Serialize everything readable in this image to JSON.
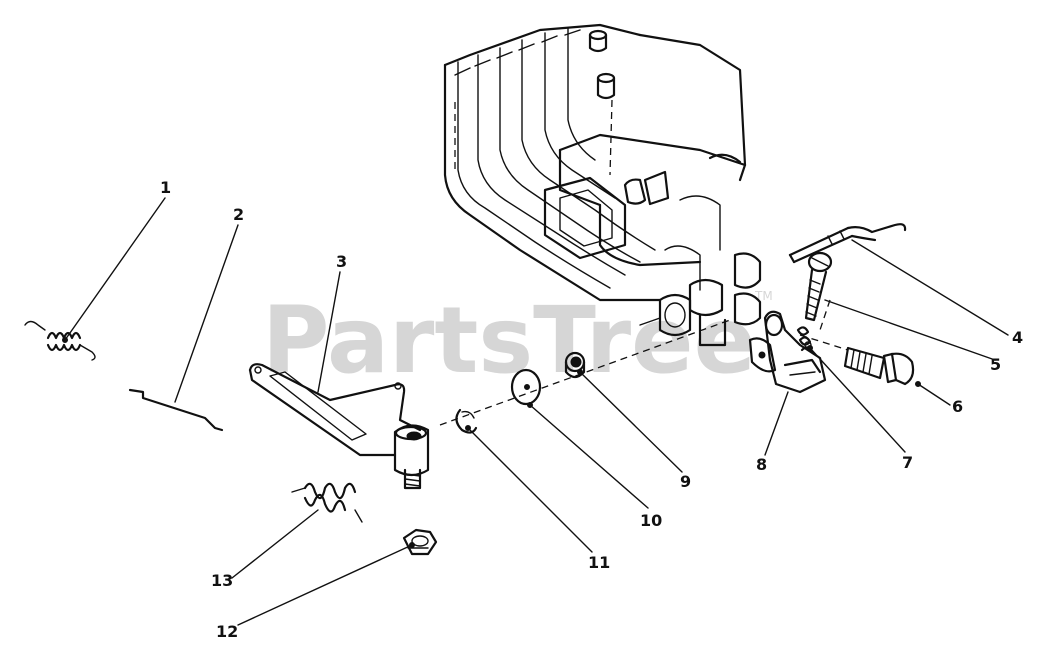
{
  "watermark": {
    "text": "PartsTree",
    "trademark": "TM"
  },
  "callouts": [
    {
      "id": "1",
      "label": "1"
    },
    {
      "id": "2",
      "label": "2"
    },
    {
      "id": "3",
      "label": "3"
    },
    {
      "id": "4",
      "label": "4"
    },
    {
      "id": "5",
      "label": "5"
    },
    {
      "id": "6",
      "label": "6"
    },
    {
      "id": "7",
      "label": "7"
    },
    {
      "id": "8",
      "label": "8"
    },
    {
      "id": "9",
      "label": "9"
    },
    {
      "id": "10",
      "label": "10"
    },
    {
      "id": "11",
      "label": "11"
    },
    {
      "id": "12",
      "label": "12"
    },
    {
      "id": "13",
      "label": "13"
    }
  ],
  "colors": {
    "ink": "#111111",
    "watermark": "#d6d6d6",
    "background": "#ffffff"
  }
}
